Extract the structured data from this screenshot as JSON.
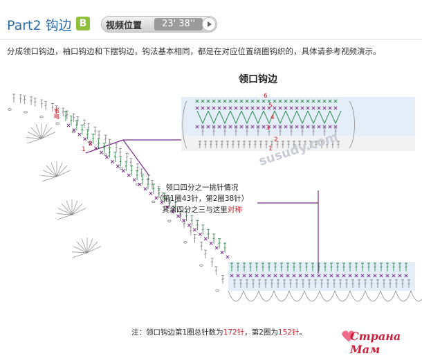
{
  "header": {
    "title": "Part2 钩边",
    "badge": "B",
    "video_label": "视频位置",
    "video_time": "23' 38''"
  },
  "description": "分成领口钩边，袖口钩边和下摆钩边，钩法基本相同，都是在对应位置绕圈钩织的，具体请参考视频演示。",
  "diagram": {
    "title": "领口钩边",
    "omitted_label": "省略",
    "row_numbers": [
      "6",
      "5",
      "4",
      "3",
      "2",
      "1"
    ],
    "side_row_numbers": [
      "2",
      "1"
    ],
    "annotation": {
      "line1": "领口四分之一挑针情况",
      "line2": "（第1圈43针，第2圈38针）",
      "line3_prefix": "其余四分之三与这里",
      "line3_highlight": "对称"
    },
    "watermark": "susudy.com",
    "colors": {
      "green": "#2f8a4a",
      "purple": "#7a2a8a",
      "red": "#c8202a",
      "blue_bg": "#e3eef8",
      "gray_stitch": "#888888"
    }
  },
  "note": {
    "prefix": "注：",
    "text_a": "领口钩边第1圈总针数为",
    "num_a": "172针",
    "text_b": "，第2圈为",
    "num_b": "152针",
    "suffix": "。"
  },
  "footer": {
    "logo": "Страна Мам",
    "logo_icon": "pink-heart-icon"
  }
}
